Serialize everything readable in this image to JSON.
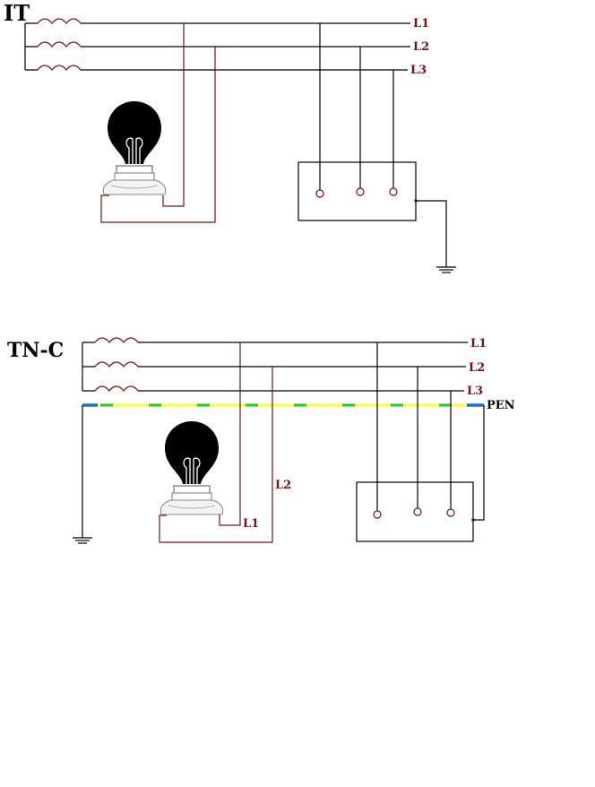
{
  "colors": {
    "label": "#7a1010",
    "wire": "#000000",
    "pen_yellow": "#ffff33",
    "pen_green": "#22cc22",
    "pen_blue": "#1a6fd1",
    "bulb": "#000000"
  },
  "it_system": {
    "title": "IT",
    "phases": [
      "L1",
      "L2",
      "L3"
    ],
    "earth_icon": "ground-icon",
    "lamp_icon": "light-bulb-icon"
  },
  "tnc_system": {
    "title": "TN-C",
    "phases": [
      "L1",
      "L2",
      "L3"
    ],
    "pen_label": "PEN",
    "lamp_labels": [
      "L1",
      "L2"
    ],
    "earth_icon": "ground-icon",
    "lamp_icon": "light-bulb-icon"
  }
}
